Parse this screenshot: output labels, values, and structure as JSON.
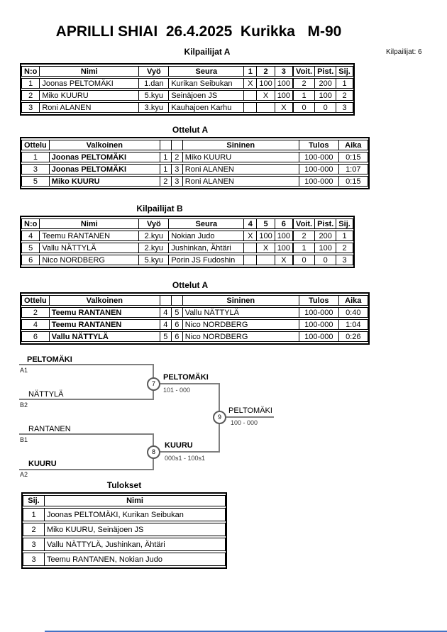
{
  "page": {
    "title": "APRILLI SHIAI  26.4.2025  Kurikka   M-90",
    "competitors_label": "Kilpailijat: 6"
  },
  "colors": {
    "bracket_line": "#7f7f7f",
    "page_break_blue": "#4472c4"
  },
  "pool_a": {
    "title": "Kilpailijat A",
    "headers": [
      "N:o",
      "Nimi",
      "Vyö",
      "Seura",
      "1",
      "2",
      "3",
      "Voit.",
      "Pist.",
      "Sij."
    ],
    "rows": [
      {
        "no": "1",
        "name": "Joonas PELTOMÄKI",
        "belt": "1.dan",
        "club": "Kurikan Seibukan",
        "c1": "X",
        "c2": "100",
        "c3": "100",
        "wins": "2",
        "points": "200",
        "place": "1"
      },
      {
        "no": "2",
        "name": "Miko KUURU",
        "belt": "5.kyu",
        "club": "Seinäjoen JS",
        "c1": "",
        "c2": "X",
        "c3": "100",
        "wins": "1",
        "points": "100",
        "place": "2"
      },
      {
        "no": "3",
        "name": "Roni ALANEN",
        "belt": "3.kyu",
        "club": "Kauhajoen Karhu",
        "c1": "",
        "c2": "",
        "c3": "X",
        "wins": "0",
        "points": "0",
        "place": "3"
      }
    ]
  },
  "matches_a1": {
    "title": "Ottelut A",
    "headers": [
      "Ottelu",
      "Valkoinen",
      "Sininen",
      "Tulos",
      "Aika"
    ],
    "rows": [
      {
        "match": "1",
        "white": "Joonas PELTOMÄKI",
        "wno": "1",
        "bno": "2",
        "blue": "Miko KUURU",
        "result": "100-000",
        "time": "0:15"
      },
      {
        "match": "3",
        "white": "Joonas PELTOMÄKI",
        "wno": "1",
        "bno": "3",
        "blue": "Roni ALANEN",
        "result": "100-000",
        "time": "1:07"
      },
      {
        "match": "5",
        "white": "Miko KUURU",
        "wno": "2",
        "bno": "3",
        "blue": "Roni ALANEN",
        "result": "100-000",
        "time": "0:15"
      }
    ]
  },
  "pool_b": {
    "title": "Kilpailijat B",
    "headers": [
      "N:o",
      "Nimi",
      "Vyö",
      "Seura",
      "4",
      "5",
      "6",
      "Voit.",
      "Pist.",
      "Sij."
    ],
    "rows": [
      {
        "no": "4",
        "name": "Teemu RANTANEN",
        "belt": "2.kyu",
        "club": "Nokian Judo",
        "c1": "X",
        "c2": "100",
        "c3": "100",
        "wins": "2",
        "points": "200",
        "place": "1"
      },
      {
        "no": "5",
        "name": "Vallu NÄTTYLÄ",
        "belt": "2.kyu",
        "club": "Jushinkan, Ähtäri",
        "c1": "",
        "c2": "X",
        "c3": "100",
        "wins": "1",
        "points": "100",
        "place": "2"
      },
      {
        "no": "6",
        "name": "Nico NORDBERG",
        "belt": "5.kyu",
        "club": "Porin JS Fudoshin",
        "c1": "",
        "c2": "",
        "c3": "X",
        "wins": "0",
        "points": "0",
        "place": "3"
      }
    ]
  },
  "matches_a2": {
    "title": "Ottelut A",
    "headers": [
      "Ottelu",
      "Valkoinen",
      "Sininen",
      "Tulos",
      "Aika"
    ],
    "rows": [
      {
        "match": "2",
        "white": "Teemu RANTANEN",
        "wno": "4",
        "bno": "5",
        "blue": "Vallu NÄTTYLÄ",
        "result": "100-000",
        "time": "0:40"
      },
      {
        "match": "4",
        "white": "Teemu RANTANEN",
        "wno": "4",
        "bno": "6",
        "blue": "Nico NORDBERG",
        "result": "100-000",
        "time": "1:04"
      },
      {
        "match": "6",
        "white": "Vallu NÄTTYLÄ",
        "wno": "5",
        "bno": "6",
        "blue": "Nico NORDBERG",
        "result": "100-000",
        "time": "0:26"
      }
    ]
  },
  "bracket": {
    "entries": [
      {
        "name": "PELTOMÄKI",
        "seed": "A1"
      },
      {
        "name": "NÄTTYLÄ",
        "seed": "B2"
      },
      {
        "name": "RANTANEN",
        "seed": "B1"
      },
      {
        "name": "KUURU",
        "seed": "A2"
      }
    ],
    "matches": [
      {
        "number": "7",
        "winner": "PELTOMÄKI",
        "score": "101 - 000"
      },
      {
        "number": "8",
        "winner": "KUURU",
        "score": "000s1 - 100s1"
      },
      {
        "number": "9",
        "winner": "PELTOMÄKI",
        "score": "100 - 000"
      }
    ]
  },
  "results": {
    "title": "Tulokset",
    "headers": [
      "Sij.",
      "Nimi"
    ],
    "rows": [
      {
        "place": "1",
        "name": "Joonas PELTOMÄKI, Kurikan Seibukan"
      },
      {
        "place": "2",
        "name": "Miko KUURU, Seinäjoen JS"
      },
      {
        "place": "3",
        "name": "Vallu NÄTTYLÄ, Jushinkan, Ähtäri"
      },
      {
        "place": "3",
        "name": "Teemu RANTANEN, Nokian Judo"
      }
    ]
  }
}
